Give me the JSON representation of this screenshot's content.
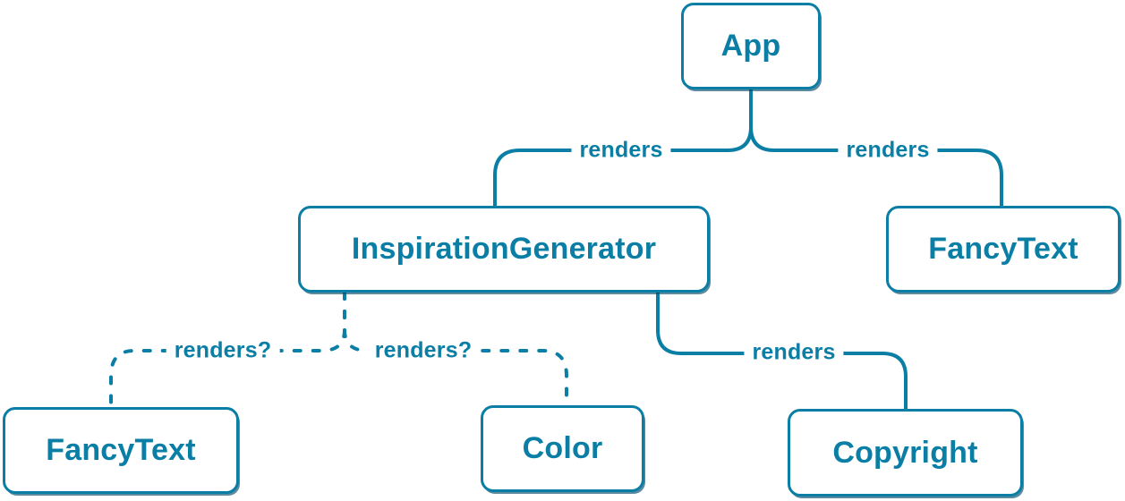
{
  "diagram": {
    "kind": "component-render-tree",
    "colors": {
      "accent": "#0a7ea4",
      "node_fill": "#ffffff",
      "node_shadow": "#064c6a",
      "background": "#ffffff"
    },
    "nodes": [
      {
        "id": "app",
        "label": "App"
      },
      {
        "id": "inspiration-generator",
        "label": "InspirationGenerator"
      },
      {
        "id": "fancy-text-top",
        "label": "FancyText"
      },
      {
        "id": "fancy-text-bottom",
        "label": "FancyText"
      },
      {
        "id": "color",
        "label": "Color"
      },
      {
        "id": "copyright",
        "label": "Copyright"
      }
    ],
    "edges": [
      {
        "from": "App",
        "to": "InspirationGenerator",
        "label": "renders",
        "style": "solid"
      },
      {
        "from": "App",
        "to": "FancyText",
        "label": "renders",
        "style": "solid"
      },
      {
        "from": "InspirationGenerator",
        "to": "FancyText",
        "label": "renders?",
        "style": "dashed"
      },
      {
        "from": "InspirationGenerator",
        "to": "Color",
        "label": "renders?",
        "style": "dashed"
      },
      {
        "from": "InspirationGenerator",
        "to": "Copyright",
        "label": "renders",
        "style": "solid"
      }
    ]
  }
}
